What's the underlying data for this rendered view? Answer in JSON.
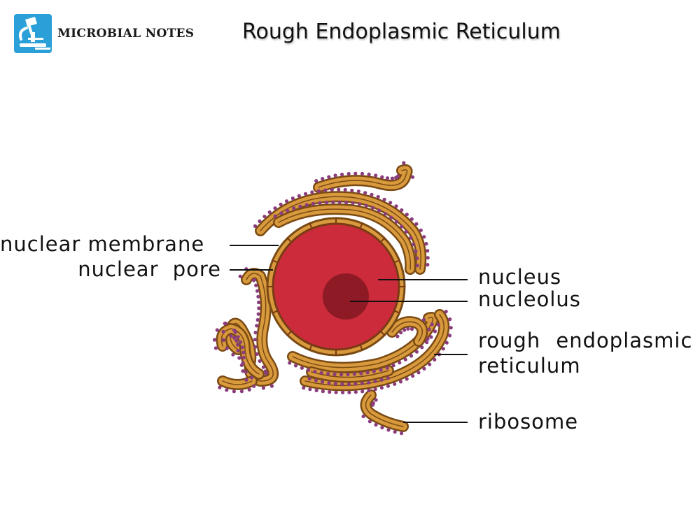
{
  "brand": {
    "name": "MICROBIAL NOTES",
    "icon": "microscope-icon",
    "color": "#2a9fd8"
  },
  "title": "Rough Endoplasmic Reticulum",
  "labels": {
    "nuclear_membrane": "nuclear membrane",
    "nuclear_pore": "nuclear pore",
    "nucleus": "nucleus",
    "nucleolus": "nucleolus",
    "rough_er_line1": "rough endoplasmic",
    "rough_er_line2": "reticulum",
    "ribosome": "ribosome"
  },
  "colors": {
    "nucleus": "#cc2b3b",
    "nucleolus": "#8e1a26",
    "membrane": "#7a3a14",
    "er_fill": "#d89a3c",
    "er_outline": "#7a4a14",
    "ribosome": "#8a3c7e"
  }
}
